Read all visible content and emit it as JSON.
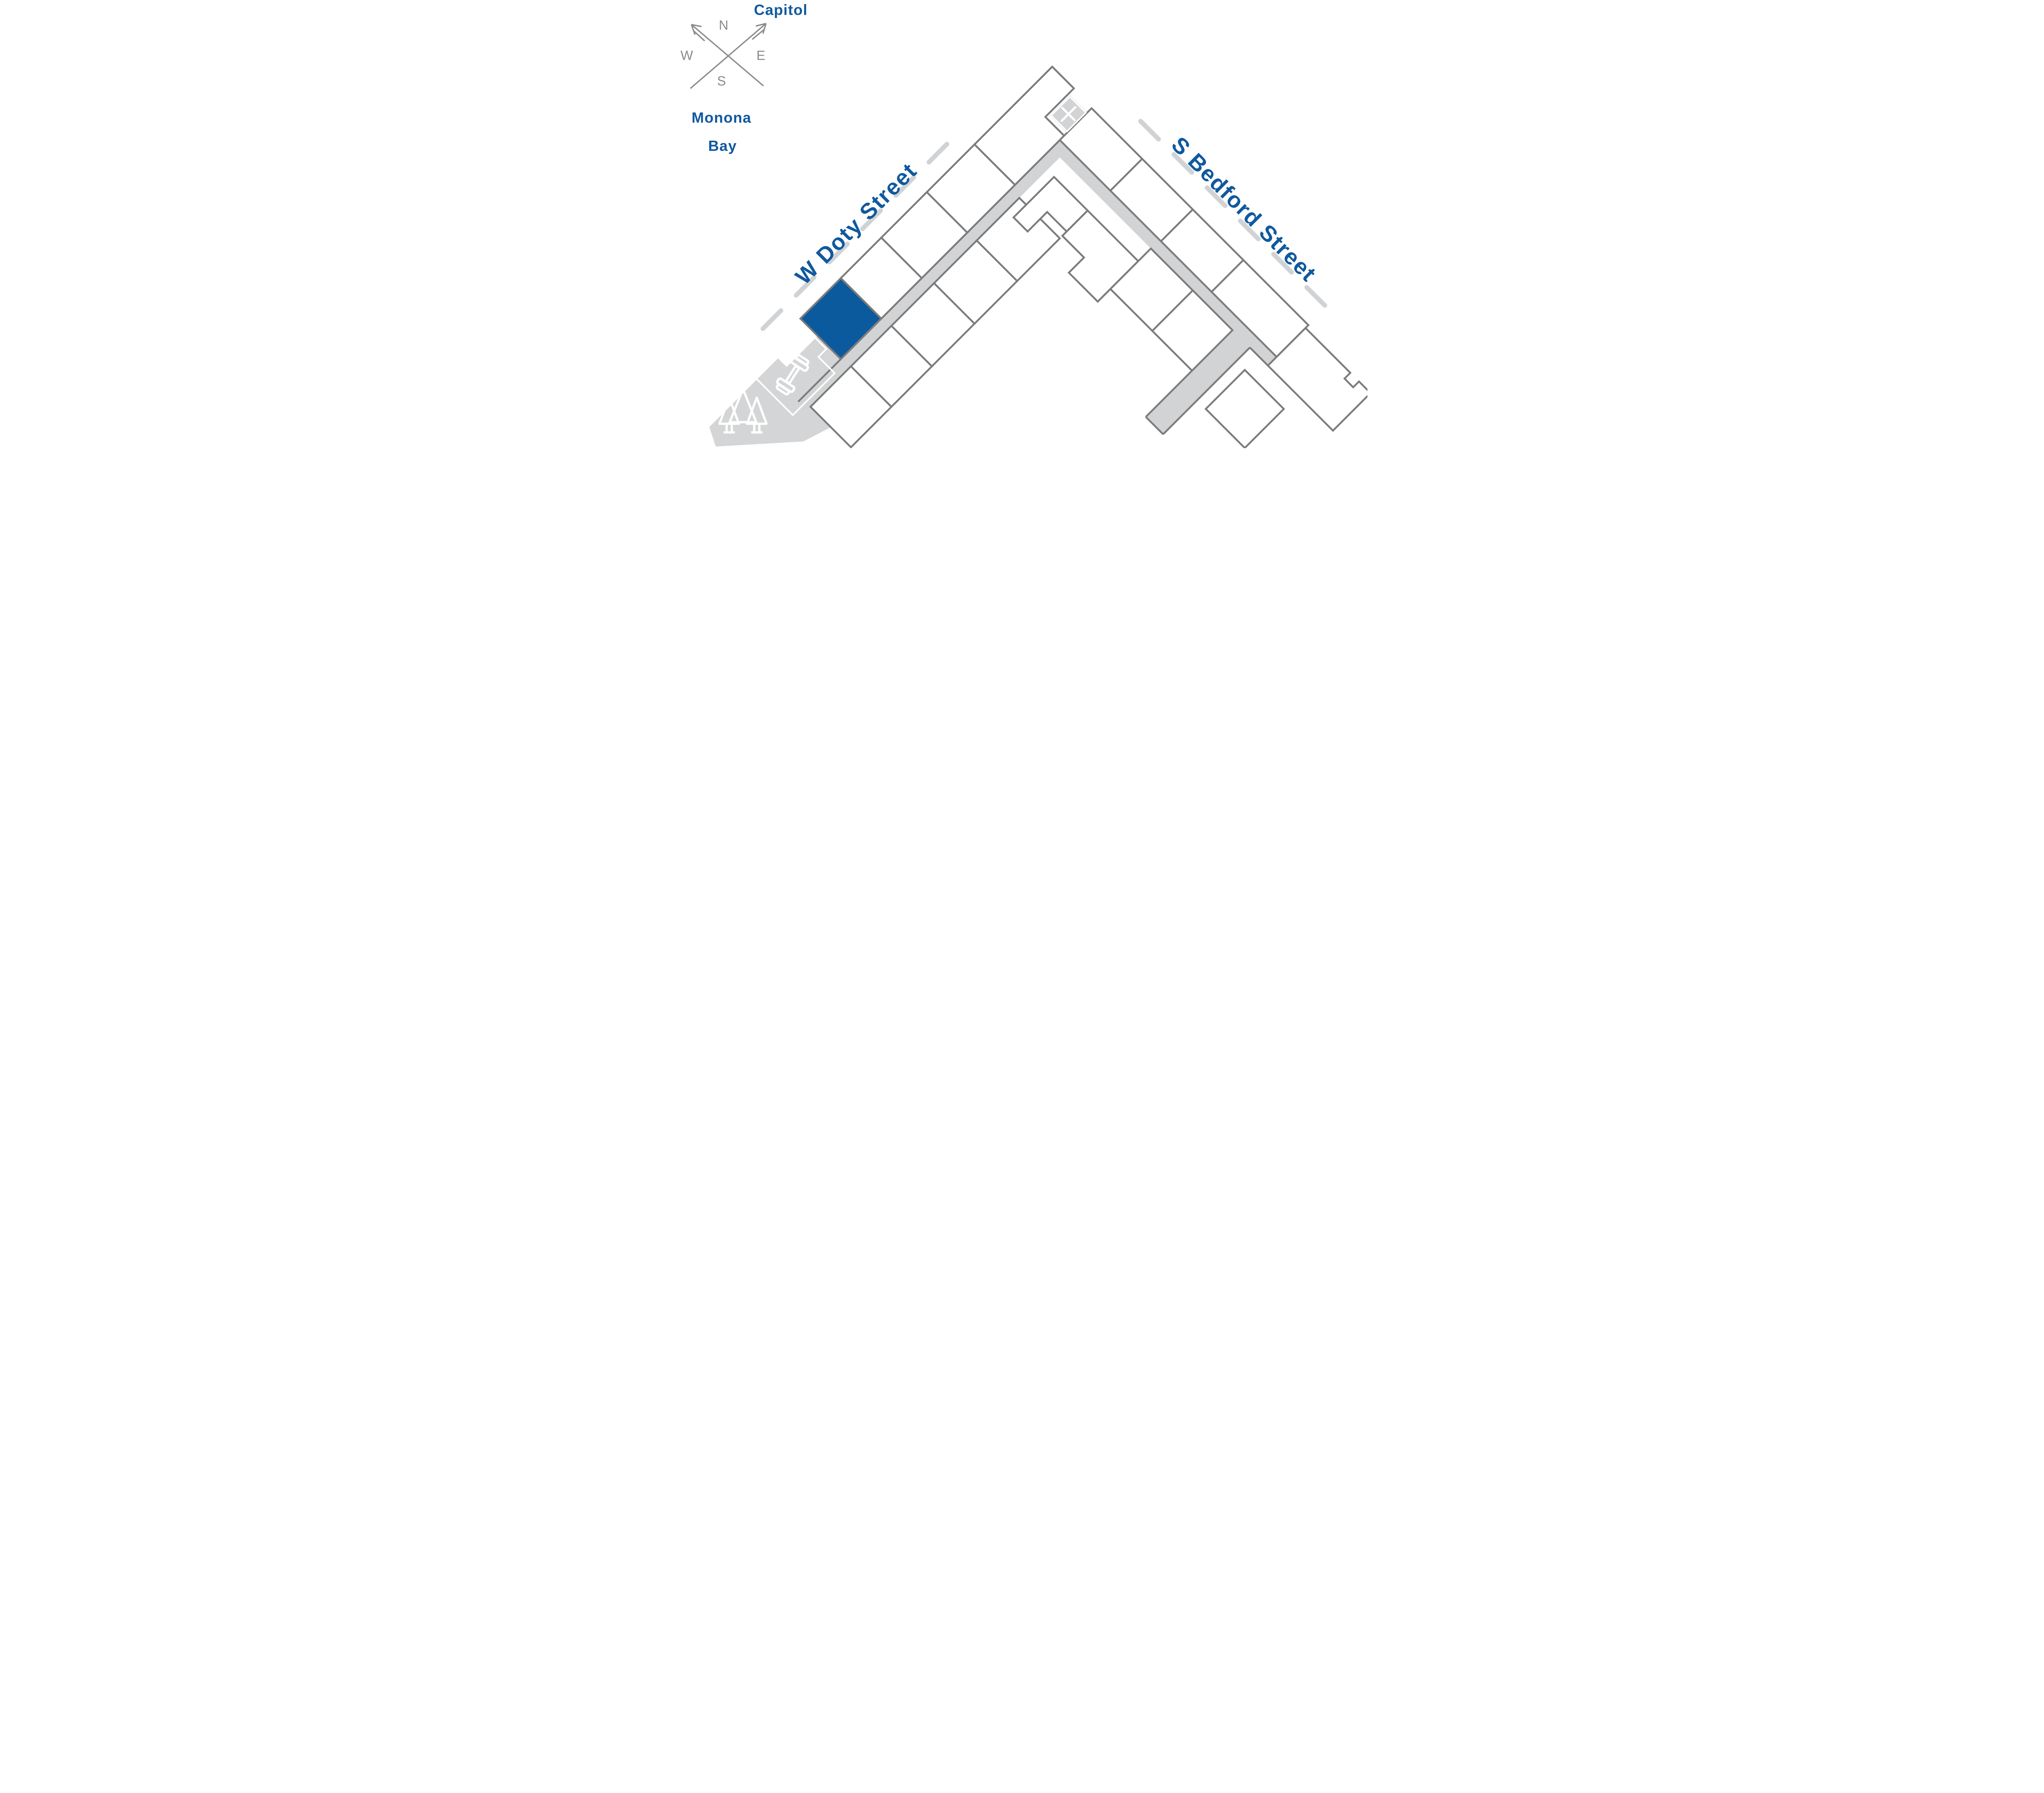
{
  "map": {
    "title_context": "building site plan",
    "compass": {
      "n": "N",
      "e": "E",
      "s": "S",
      "w": "W"
    },
    "landmarks": {
      "capitol": "Capitol",
      "monona_bay_line1": "Monona",
      "monona_bay_line2": "Bay"
    },
    "streets": {
      "doty": "W Doty Street",
      "bedford": "S Bedford Street"
    },
    "building": {
      "wings": 2,
      "doty_street_row_units": 5,
      "doty_inner_row_units": 5,
      "bedford_street_row_units": 5,
      "bedford_inner_row_units": 5,
      "highlighted_unit": {
        "wing": "doty",
        "row": "street",
        "position": "southwest-end"
      },
      "stair_marker": "X"
    },
    "icons": [
      "compass-arrows-icon",
      "stair-x-icon",
      "dumbbell-icon",
      "trees-icon"
    ],
    "colors": {
      "highlight_blue": "#0b5a9d",
      "label_blue": "#10599e",
      "wall_gray": "#7c7c7c",
      "corridor_gray": "#d2d3d5",
      "amenity_gray": "#d4d5d6",
      "dash_gray": "#d0d3d5",
      "compass_gray": "#8b8b8b",
      "background": "#ffffff"
    }
  }
}
